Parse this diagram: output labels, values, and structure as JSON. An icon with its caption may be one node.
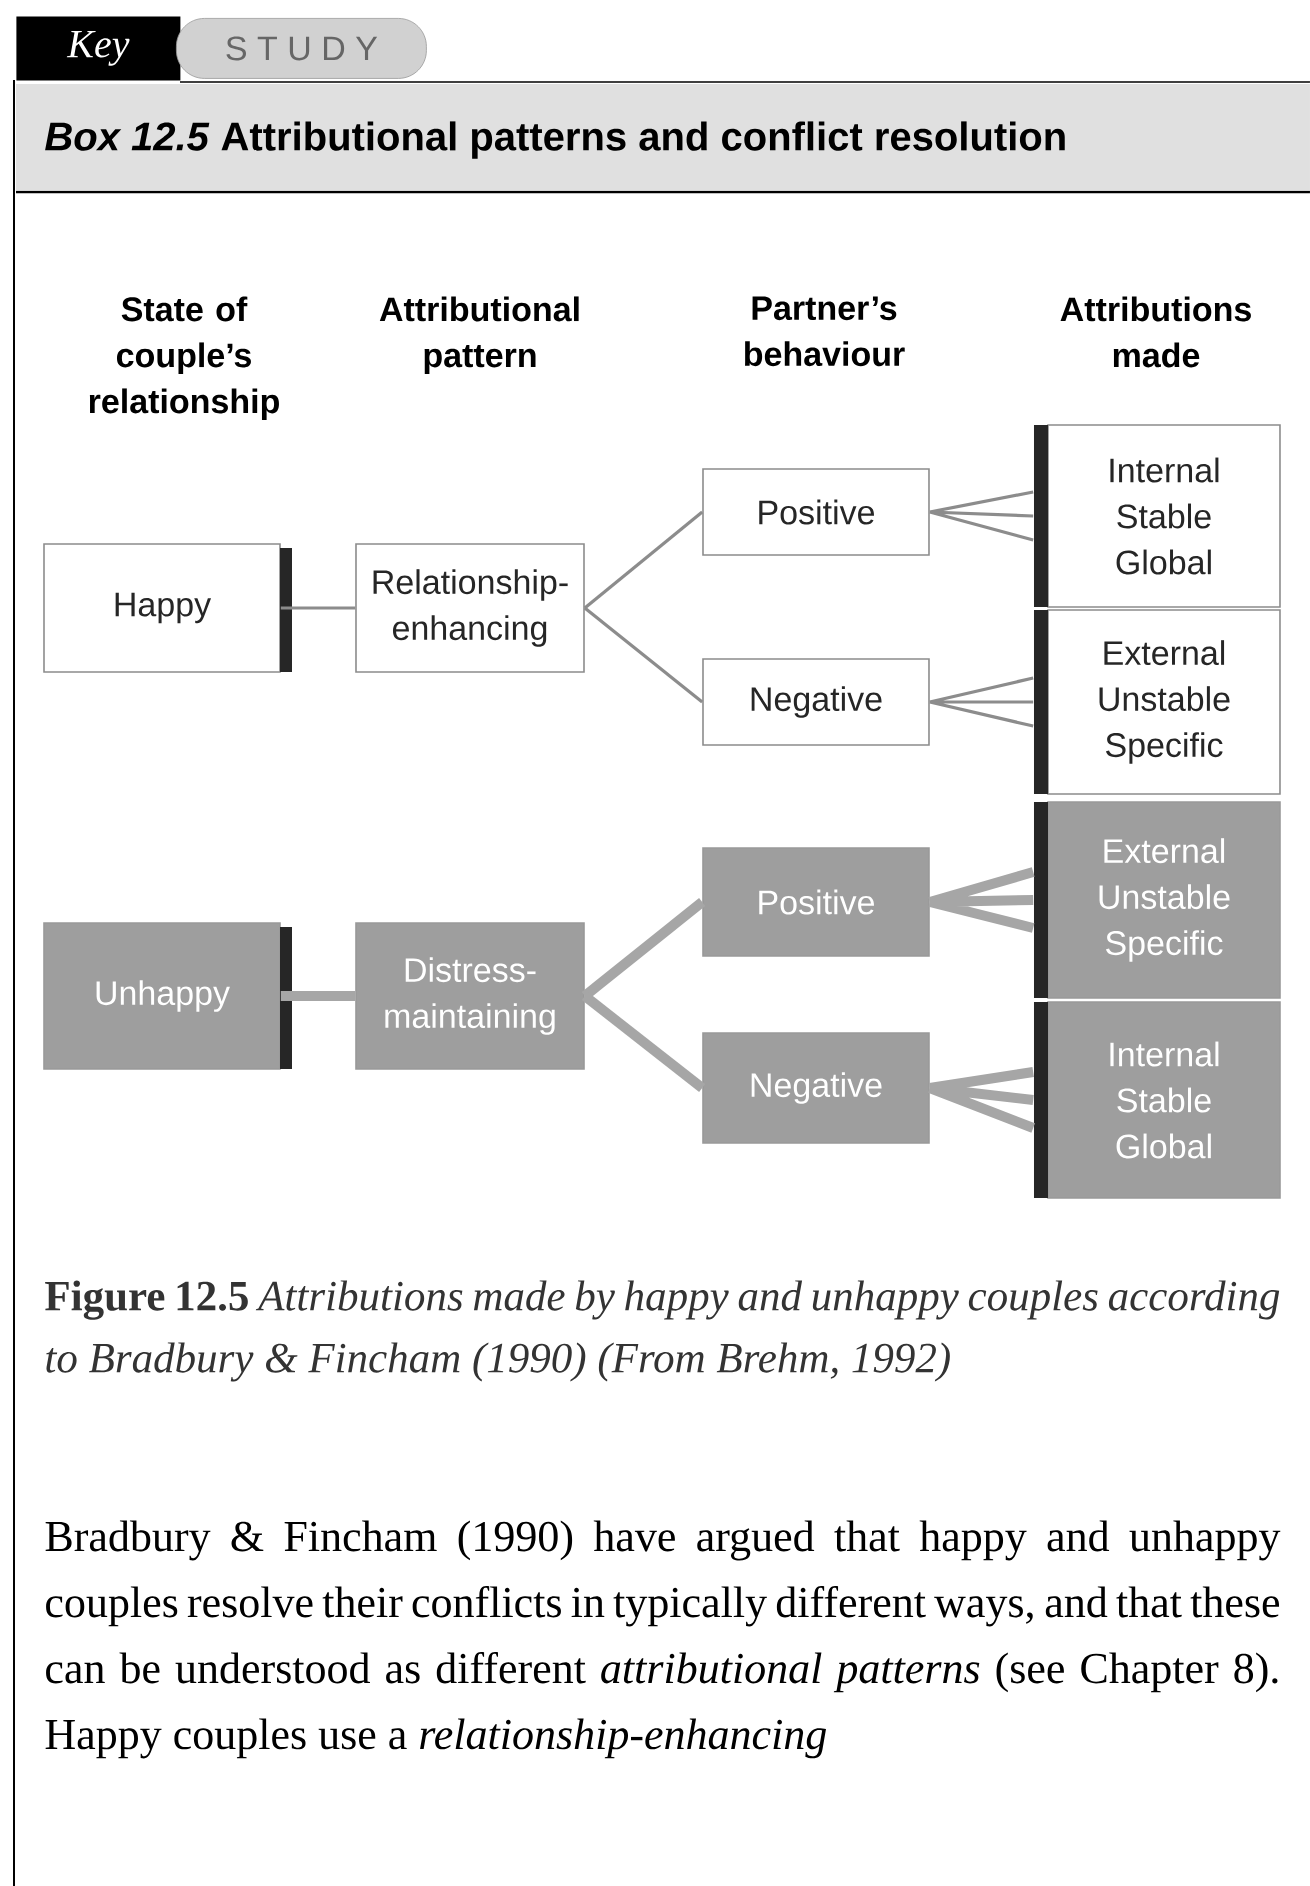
{
  "diagram": {
    "title": "*Box 12.5* Attributional patterns and conflict resolution",
    "caption": "**Figure 12.5** *Attributions made by happy and unhappy couples according to Bradbury & Fincham (1990) (From Brehm, 1992)*",
    "nodes": [
      {
        "text": [
          "Happy"
        ]
      },
      {
        "text": [
          "Relationship-enhancing"
        ]
      },
      {
        "text": [
          "Positive"
        ]
      },
      {
        "text": [
          "Negative"
        ]
      },
      {
        "text": [
          "Internal Stable Global"
        ]
      },
      {
        "text": [
          "External Unstable Specific"
        ]
      },
      {
        "text": [
          "Unhappy"
        ]
      },
      {
        "text": [
          "Distress-maintaining"
        ]
      },
      {
        "text": [
          "Positive"
        ]
      },
      {
        "text": [
          "Negative"
        ]
      },
      {
        "text": [
          "External Unstable Specific"
        ]
      },
      {
        "text": [
          "Internal Stable Global"
        ]
      }
    ],
    "edges": [
      {
        "from": 0,
        "to": 1,
        "arrow": "none"
      },
      {
        "from": 1,
        "to": 2,
        "arrow": "none"
      },
      {
        "from": 1,
        "to": 3,
        "arrow": "none"
      },
      {
        "from": 2,
        "to": 4,
        "arrow": "none"
      },
      {
        "from": 3,
        "to": 5,
        "arrow": "none"
      },
      {
        "from": 6,
        "to": 7,
        "arrow": "none",
        "style": "thick",
        "color": "#a6a6a6"
      },
      {
        "from": 7,
        "to": 8,
        "arrow": "none",
        "style": "thick",
        "color": "#a6a6a6"
      },
      {
        "from": 7,
        "to": 9,
        "arrow": "none",
        "style": "thick",
        "color": "#a6a6a6"
      },
      {
        "from": 8,
        "to": 10,
        "arrow": "none",
        "style": "thick",
        "color": "#a6a6a6"
      },
      {
        "from": 9,
        "to": 11,
        "arrow": "none",
        "style": "thick",
        "color": "#a6a6a6"
      }
    ],
    "labels": [
      "Key",
      "S T U D Y",
      "State of couple’s relationship",
      "Attributional pattern",
      "Partner’s behaviour",
      "Attributions made",
      "Bradbury & Fincham (1990) have argued that happy and unhappy couples resolve their conflicts in typically different ways, and that these can be understood as different *attributional patterns* (see Chapter 8). Happy couples use a *relationship-enhancing*"
    ]
  }
}
